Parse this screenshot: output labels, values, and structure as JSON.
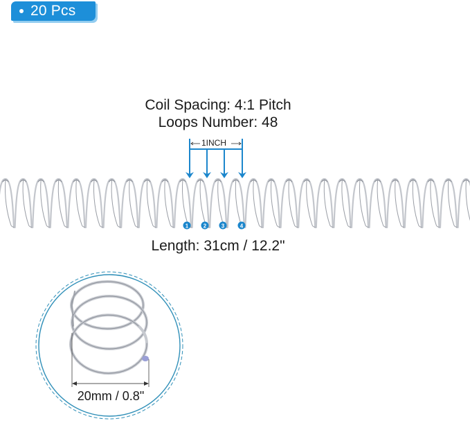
{
  "badge": {
    "icon": "bullet-dot",
    "label": "20 Pcs"
  },
  "specs": {
    "coil_spacing": "Coil Spacing: 4:1 Pitch",
    "loops_number": "Loops Number: 48",
    "pitch_unit": "1INCH",
    "length": "Length: 31cm / 12.2\"",
    "diameter": "20mm / 0.8\""
  },
  "pitch_markers": [
    "1",
    "2",
    "3",
    "4"
  ],
  "colors": {
    "accent": "#1d8fd9",
    "accent_shadow": "#93cdf0",
    "arrow": "#1b86cc",
    "circle": "#2f8fb8",
    "coil": "#b9bcc3",
    "coil_dark": "#8c9099",
    "coil_tip": "#9a9fd6"
  }
}
